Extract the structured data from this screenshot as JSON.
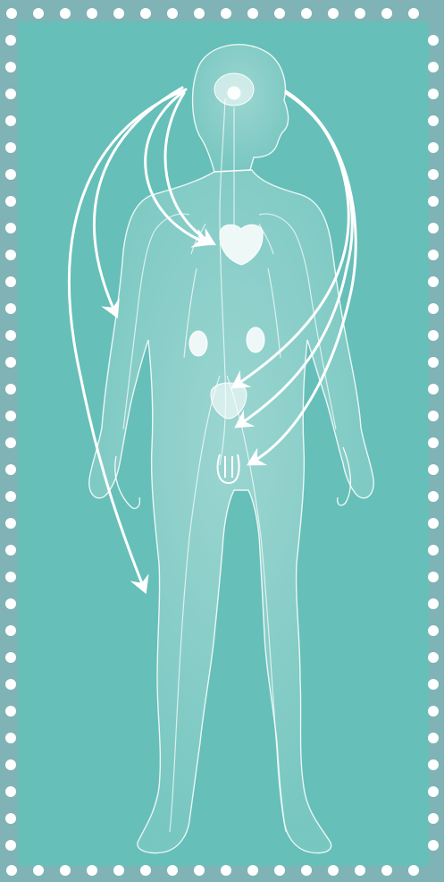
{
  "colors": {
    "frame": "#7fb3b6",
    "panel": "#66bfb8",
    "dot": "#ffffff",
    "body_fill": "#e9f7f5",
    "body_stroke": "#ffffff",
    "organ": "#ffffff",
    "arrow": "#ffffff"
  },
  "illustration": {
    "subject": "human-body-silhouette",
    "arrow_count": 8,
    "source_organ": "brain",
    "target_organs": [
      "heart",
      "left-arm",
      "left-leg",
      "kidneys",
      "intestines",
      "pelvis",
      "reproductive-organs"
    ]
  }
}
